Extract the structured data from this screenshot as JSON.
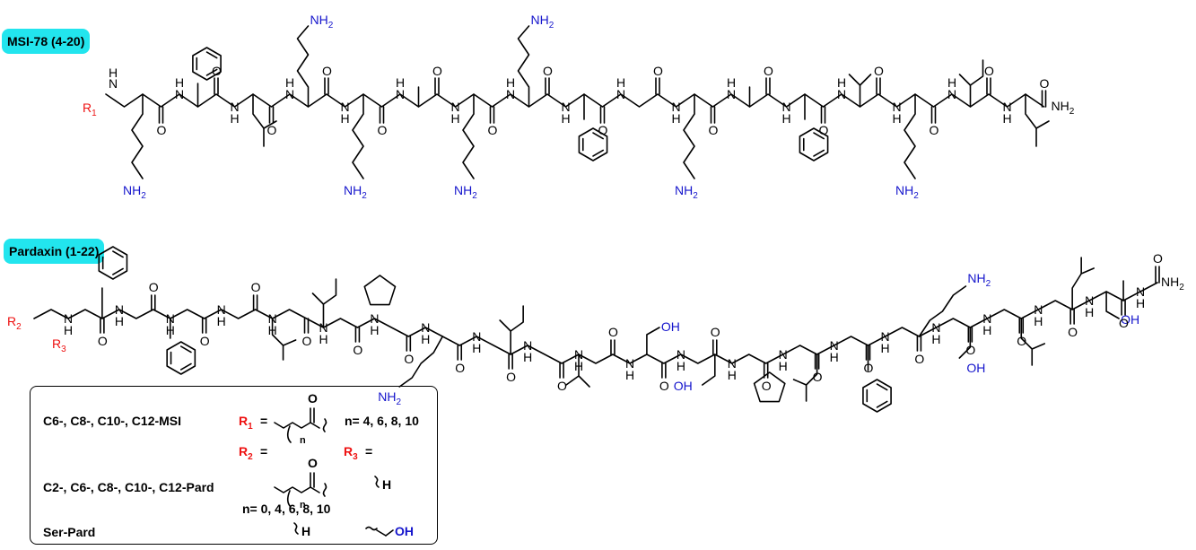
{
  "peptide1": {
    "name": "MSI-78 (4-20)",
    "r_label": "R",
    "r_sub": "1",
    "nh2": "NH",
    "nh2_sub": "2",
    "h": "H",
    "n": "N",
    "o": "O",
    "amide_terminal": "NH",
    "amide_terminal_sub": "2"
  },
  "peptide2": {
    "name": "Pardaxin (1-22)",
    "r2_label": "R",
    "r2_sub": "2",
    "r3_label": "R",
    "r3_sub": "3",
    "oh": "OH",
    "nh2": "NH",
    "nh2_sub": "2",
    "amide_terminal": "NH",
    "amide_terminal_sub": "2"
  },
  "legend": {
    "msi_label": "C6-, C8-, C10-, C12-MSI",
    "r1_eq": "R",
    "r1_sub": "1",
    "equals": "=",
    "n_values_msi": "n= 4, 6, 8, 10",
    "r2_eq": "R",
    "r2_sub": "2",
    "r3_eq": "R",
    "r3_sub": "3",
    "pard_label": "C2-, C6-, C8-, C10-, C12-Pard",
    "n_values_pard": "n= 0, 4, 6, 8, 10",
    "ser_pard_label": "Ser-Pard",
    "h": "H",
    "oh": "OH",
    "n_letter": "n",
    "o_letter": "O"
  },
  "colors": {
    "badge": "#22e5ee",
    "r_group": "#ee1111",
    "heteroatom": "#1515cc"
  }
}
